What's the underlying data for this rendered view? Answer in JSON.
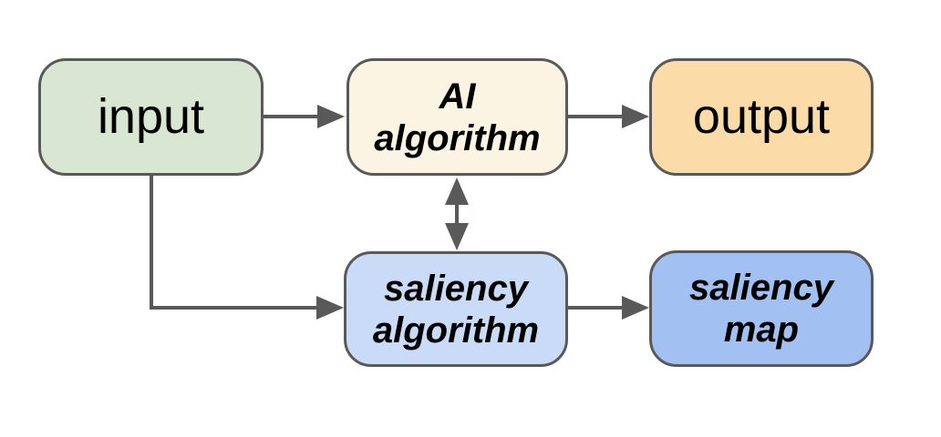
{
  "diagram": {
    "type": "flowchart",
    "nodes": {
      "input": {
        "label": "input",
        "fill": "#d9e6d1",
        "text_style": "regular"
      },
      "ai_algorithm": {
        "label": "AI\nalgorithm",
        "fill": "#fbf4e2",
        "text_style": "bold-italic"
      },
      "output": {
        "label": "output",
        "fill": "#fbdca8",
        "text_style": "regular"
      },
      "saliency_algorithm": {
        "label": "saliency\nalgorithm",
        "fill": "#cadbf7",
        "text_style": "bold-italic"
      },
      "saliency_map": {
        "label": "saliency\nmap",
        "fill": "#a2c0f1",
        "text_style": "bold-italic"
      }
    },
    "edges": [
      {
        "from": "input",
        "to": "ai_algorithm",
        "style": "straight-right-arrow"
      },
      {
        "from": "ai_algorithm",
        "to": "output",
        "style": "straight-right-arrow"
      },
      {
        "from": "input",
        "to": "saliency_algorithm",
        "style": "elbow-down-then-right-arrow"
      },
      {
        "from": "ai_algorithm",
        "to": "saliency_algorithm",
        "style": "vertical-bidirectional-arrow"
      },
      {
        "from": "saliency_algorithm",
        "to": "saliency_map",
        "style": "straight-right-arrow"
      }
    ],
    "colors": {
      "background": "#ffffff",
      "node_border": "#595959",
      "arrow": "#595959",
      "text": "#000000"
    }
  }
}
